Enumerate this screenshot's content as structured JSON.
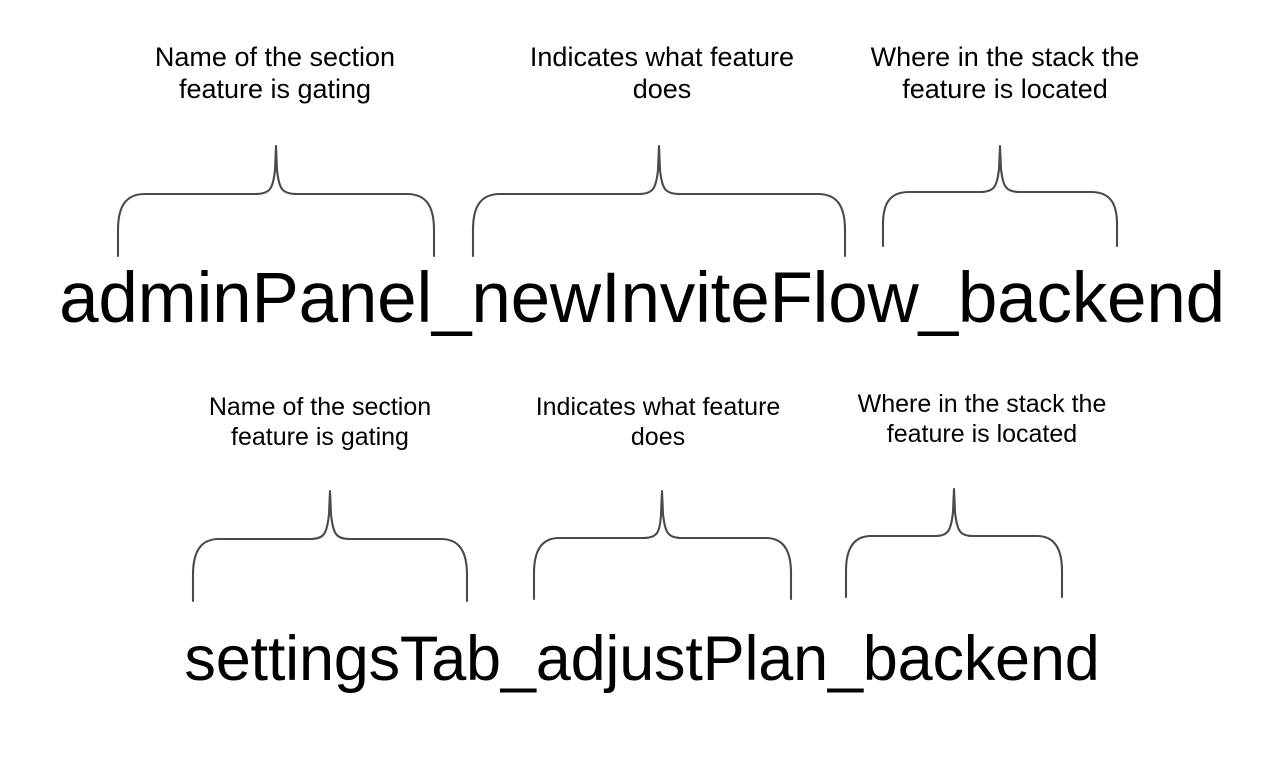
{
  "page": {
    "background_color": "#ffffff",
    "text_color": "#000000",
    "brace_color": "#4a4a4a"
  },
  "rows": [
    {
      "id": "row-1",
      "flag_name": "adminPanel_newInviteFlow_backend",
      "segments": [
        {
          "token": "adminPanel",
          "caption": "Name of the section\nfeature is gating"
        },
        {
          "token": "newInviteFlow",
          "caption": "Indicates what feature\ndoes"
        },
        {
          "token": "backend",
          "caption": "Where in the stack the\nfeature is located"
        }
      ]
    },
    {
      "id": "row-2",
      "flag_name": "settingsTab_adjustPlan_backend",
      "segments": [
        {
          "token": "settingsTab",
          "caption": "Name of the section\nfeature is gating"
        },
        {
          "token": "adjustPlan",
          "caption": "Indicates what feature\ndoes"
        },
        {
          "token": "backend",
          "caption": "Where in the stack the\nfeature is located"
        }
      ]
    }
  ]
}
